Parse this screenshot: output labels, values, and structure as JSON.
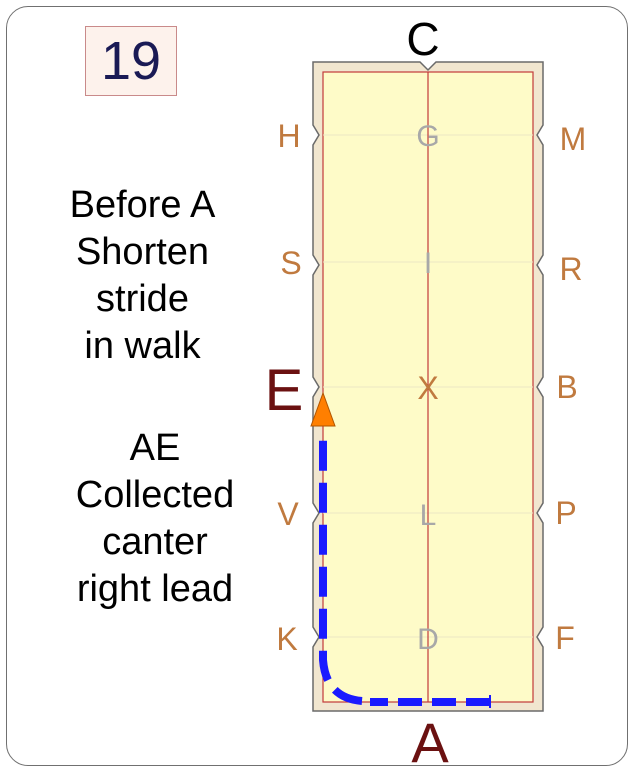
{
  "movement_number": "19",
  "instructions": [
    {
      "lines": [
        "Before A",
        "Shorten",
        "stride",
        "in walk"
      ]
    },
    {
      "lines": [
        "AE",
        "Collected",
        "canter",
        "right lead"
      ]
    }
  ],
  "arena": {
    "end_letters": {
      "top": "C",
      "bottom": "A"
    },
    "left_letters": [
      "H",
      "S",
      "E",
      "V",
      "K"
    ],
    "right_letters": [
      "M",
      "R",
      "B",
      "P",
      "F"
    ],
    "center_letters": [
      "G",
      "I",
      "X",
      "L",
      "D"
    ],
    "colors": {
      "border_fill": "#f1e6cf",
      "sand_fill": "#fefbc8",
      "rail_line": "#c23a3a",
      "letter": "#c07a3f",
      "center_letter": "#a8a8a8",
      "E_letter": "#6b1111",
      "end_letter": "#000000",
      "path": "#1a1aff",
      "arrow": "#ff7f00"
    }
  }
}
